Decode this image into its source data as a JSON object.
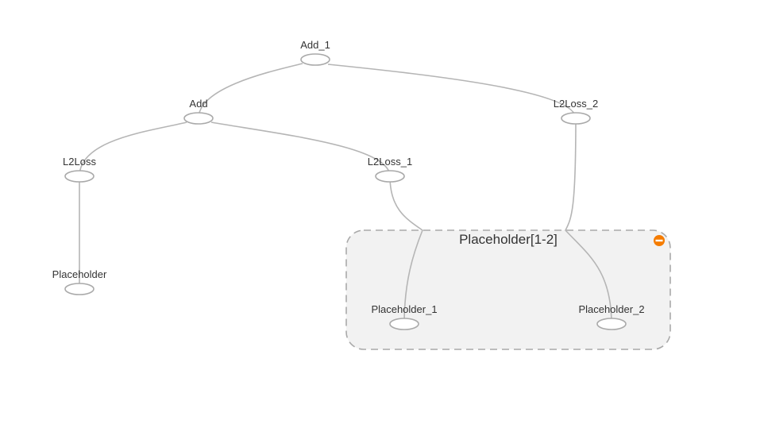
{
  "graph": {
    "nodes": {
      "add_1": "Add_1",
      "add": "Add",
      "l2loss_2": "L2Loss_2",
      "l2loss": "L2Loss",
      "l2loss_1": "L2Loss_1",
      "placeholder": "Placeholder",
      "placeholder_1": "Placeholder_1",
      "placeholder_2": "Placeholder_2"
    },
    "group": {
      "title": "Placeholder[1-2]",
      "expand_icon": "collapse-minus-icon"
    },
    "edges": [
      [
        "add",
        "add_1"
      ],
      [
        "l2loss_2",
        "add_1"
      ],
      [
        "l2loss",
        "add"
      ],
      [
        "l2loss_1",
        "add"
      ],
      [
        "placeholder",
        "l2loss"
      ],
      [
        "placeholder_1",
        "l2loss_1"
      ],
      [
        "placeholder_2",
        "l2loss_2"
      ]
    ],
    "colors": {
      "edge": "#b5b5b5",
      "node_stroke": "#a9a9a9",
      "group_fill": "#f2f2f2",
      "collapse_button": "#f57c00"
    }
  }
}
